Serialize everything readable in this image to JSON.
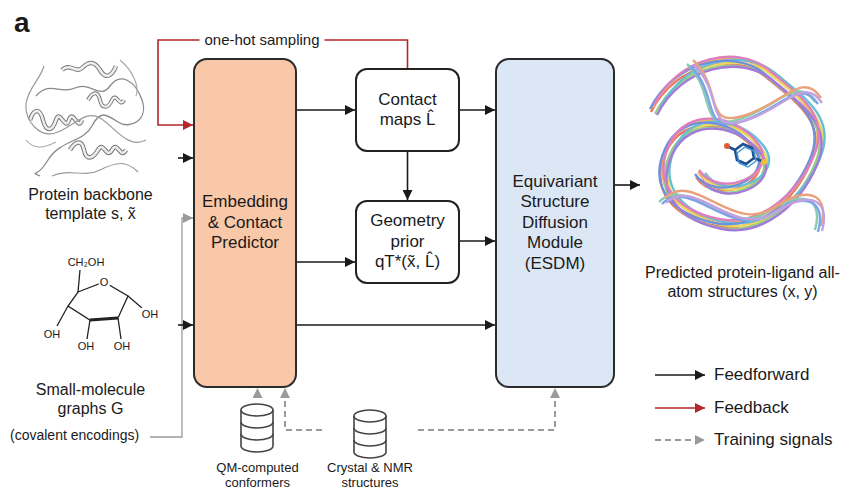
{
  "diagram": {
    "nodes": [
      {
        "text": [
          "Protein backbone template s, x̃"
        ]
      },
      {
        "text": [
          "Small-molecule graphs G"
        ]
      },
      {
        "text": [
          "Embedding & Contact Predictor"
        ]
      },
      {
        "text": [
          "Contact maps L̂"
        ]
      },
      {
        "text": [
          "Geometry prior",
          "qT*(x̃, L̂)"
        ]
      },
      {
        "text": [
          "Equivariant Structure Diffusion Module (ESDM)"
        ]
      },
      {
        "text": [
          "Predicted protein-ligand all-atom structures (x, y)"
        ]
      },
      {
        "text": [
          "QM-computed conformers"
        ]
      },
      {
        "text": [
          "Crystal & NMR structures"
        ]
      }
    ],
    "edges": [
      {
        "from": 0,
        "to": 2,
        "arrow": "to"
      },
      {
        "from": 1,
        "to": 2,
        "arrow": "to"
      },
      {
        "from": 2,
        "to": 3,
        "arrow": "to"
      },
      {
        "from": 2,
        "to": 4,
        "arrow": "to"
      },
      {
        "from": 3,
        "to": 4,
        "arrow": "to"
      },
      {
        "from": 3,
        "to": 5,
        "arrow": "to"
      },
      {
        "from": 4,
        "to": 5,
        "arrow": "to"
      },
      {
        "from": 2,
        "to": 5,
        "arrow": "to"
      },
      {
        "from": 5,
        "to": 6,
        "arrow": "to"
      },
      {
        "from": 3,
        "to": 2,
        "label": "one-hot sampling",
        "arrow": "to"
      },
      {
        "from": 7,
        "to": 2,
        "arrow": "to"
      },
      {
        "from": 8,
        "to": 2,
        "arrow": "to"
      },
      {
        "from": 8,
        "to": 5,
        "arrow": "to"
      }
    ],
    "labels": [
      "a",
      "CH₂OH",
      "O",
      "OH",
      "OH",
      "OH",
      "OH",
      "(covalent encodings)"
    ],
    "legend": [
      {
        "text": "Feedforward"
      },
      {
        "text": "Feedback"
      },
      {
        "text": "Training signals"
      }
    ]
  }
}
